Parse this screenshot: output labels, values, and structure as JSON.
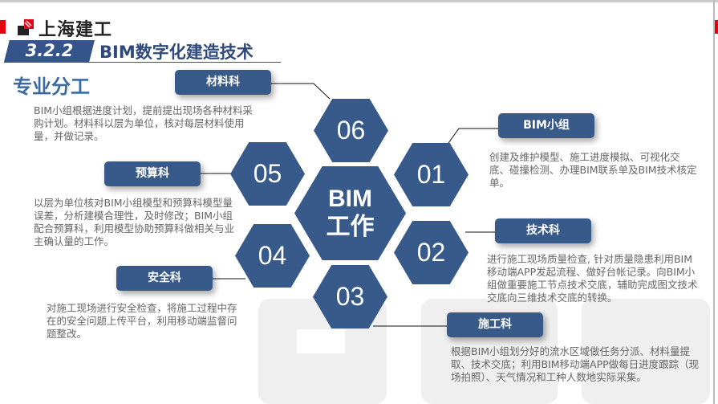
{
  "header": {
    "brand": "上海建工",
    "section_number": "3.2.2",
    "section_title": "BIM数字化建造技术",
    "subtitle": "专业分工"
  },
  "center": {
    "line1": "BIM",
    "line2": "工作"
  },
  "hexes": {
    "h01": "01",
    "h02": "02",
    "h03": "03",
    "h04": "04",
    "h05": "05",
    "h06": "06"
  },
  "roles": [
    {
      "label": "BIM小组",
      "desc": "创建及维护模型、施工进度模拟、可视化交底、碰撞检测、办理BIM联系单及BIM技术核定单。"
    },
    {
      "label": "技术科",
      "desc": "进行施工现场质量检查, 针对质量隐患利用BIM移动端APP发起流程、做好台帐记录。向BIM小组做重要施工节点技术交底，辅助完成图文技术交底向三维技术交底的转换。"
    },
    {
      "label": "施工科",
      "desc": "根据BIM小组划分好的流水区域做任务分派、材料量提取、技术交底；利用BIM移动端APP做每日进度跟踪（现场拍照）、天气情况和工种人数地实际采集。"
    },
    {
      "label": "安全科",
      "desc": "对施工现场进行安全检查，将施工过程中存在的安全问题上传平台，利用移动端监督问题整改。"
    },
    {
      "label": "预算科",
      "desc": "以层为单位核对BIM小组模型和预算科模型量误差，分析建模合理性，及时修改；BIM小组配合预算科，利用模型协助预算科做相关与业主确认量的工作。"
    },
    {
      "label": "材料科",
      "desc": "BIM小组根据进度计划，提前提出现场各种材料采购计划。材料科以层为单位，核对每层材料使用量，并做记录。"
    }
  ],
  "colors": {
    "primary": "#375a8a",
    "accent": "#e60012",
    "title": "#2f4a7a"
  }
}
